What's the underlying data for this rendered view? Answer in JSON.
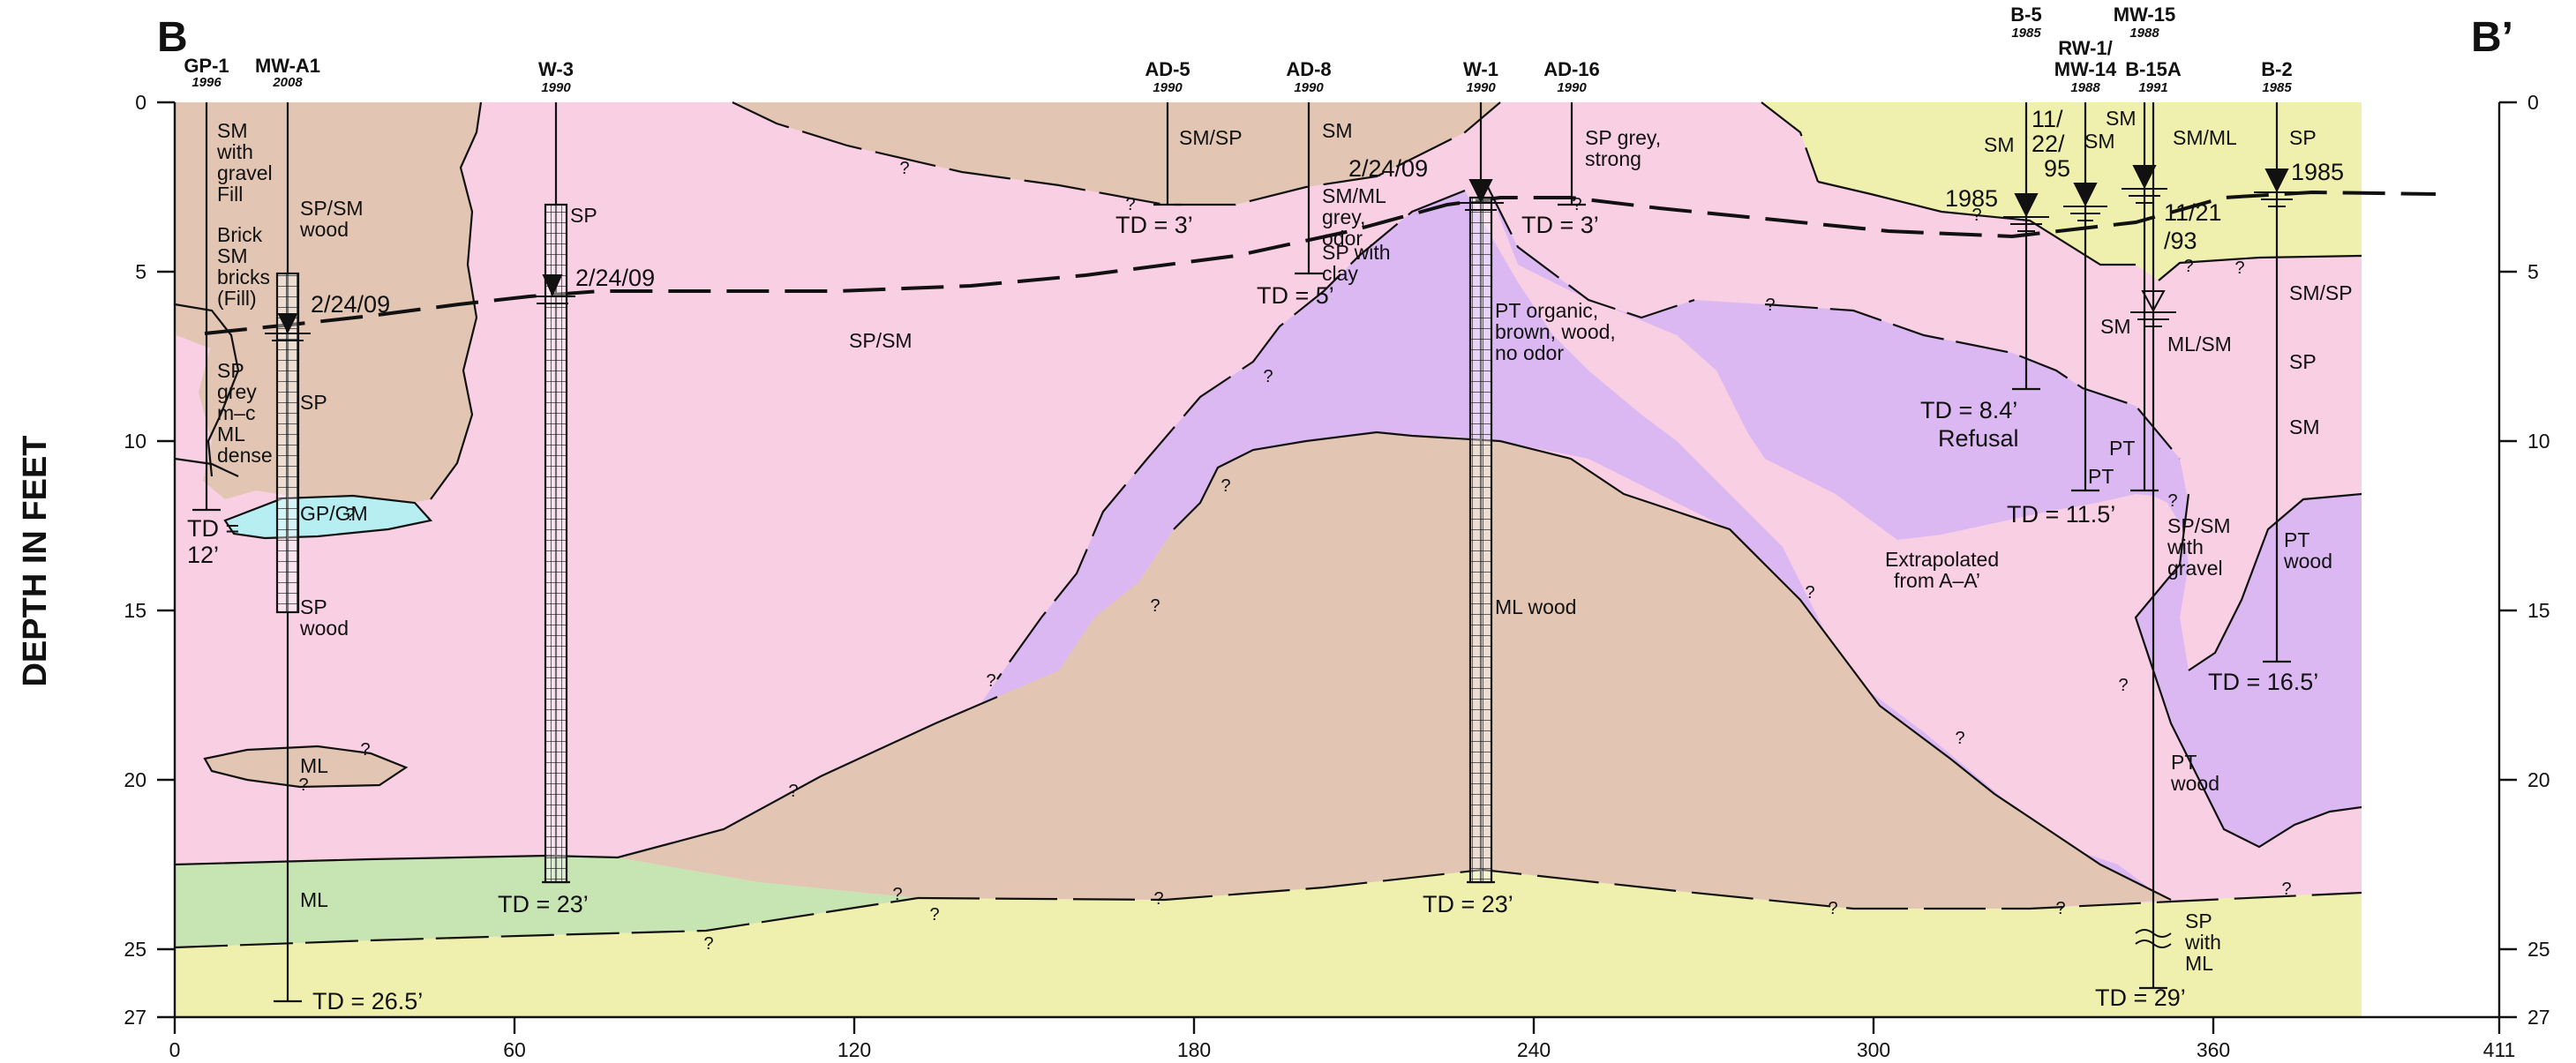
{
  "section": {
    "left_label": "B",
    "right_label": "B’"
  },
  "y_axis": {
    "title": "DEPTH IN FEET",
    "min": 0,
    "max": 27,
    "ticks": [
      "0",
      "5",
      "10",
      "15",
      "20",
      "25",
      "27"
    ]
  },
  "x_axis": {
    "min": 0,
    "max": 411,
    "ticks": [
      "0",
      "60",
      "120",
      "180",
      "240",
      "300",
      "360",
      "411"
    ]
  },
  "borings": [
    {
      "name": "GP-1",
      "year": "1996"
    },
    {
      "name": "MW-A1",
      "year": "2008"
    },
    {
      "name": "W-3",
      "year": "1990"
    },
    {
      "name": "AD-5",
      "year": "1990"
    },
    {
      "name": "AD-8",
      "year": "1990"
    },
    {
      "name": "W-1",
      "year": "1990"
    },
    {
      "name": "AD-16",
      "year": "1990"
    },
    {
      "name": "B-5",
      "year": "1985"
    },
    {
      "name": "RW-1/",
      "name2": "MW-14",
      "year": "1988"
    },
    {
      "name": "MW-15",
      "year": "1988"
    },
    {
      "name": "B-15A",
      "year": "1991"
    },
    {
      "name": "B-2",
      "year": "1985"
    }
  ],
  "total_depths": {
    "gp1": "TD =",
    "gp1b": "12’",
    "mwa1": "TD = 26.5’",
    "w3": "TD = 23’",
    "ad5": "TD = 3’",
    "ad8": "TD = 5’",
    "w1": "TD = 23’",
    "ad16": "TD = 3’",
    "b5": "TD = 8.4’",
    "b5_note": "Refusal",
    "rw1": "TD = 11.5’",
    "b15a": "TD = 29’",
    "b2": "TD = 16.5’"
  },
  "water_levels": {
    "mwa1": "2/24/09",
    "w3": "2/24/09",
    "w1": "2/24/09",
    "b5": "1985",
    "b2": "1985",
    "mw15_a": "11/21",
    "mw15_b": "/93",
    "rw1_a": "11/",
    "rw1_b": "22/",
    "rw1_c": "95"
  },
  "soil_labels": {
    "gp1_a": "SM",
    "gp1_b": "with",
    "gp1_c": "gravel",
    "gp1_d": "Fill",
    "gp1_e": "Brick",
    "gp1_f": "SM",
    "gp1_g": "bricks",
    "gp1_h": "(Fill)",
    "gp1_i": "SP",
    "gp1_j": "grey",
    "gp1_k": "m–c",
    "gp1_l": "ML",
    "gp1_m": "dense",
    "mwa1_a": "SP/SM",
    "mwa1_b": "wood",
    "mwa1_c": "SP",
    "gpgm": "GP/GM",
    "mwa1_d": "SP",
    "mwa1_e": "wood",
    "ml_lens": "ML",
    "ml_base": "ML",
    "w3_sp": "SP",
    "spsm_main": "SP/SM",
    "ad5": "SM/SP",
    "ad8_a": "SM",
    "ad8_b": "SM/ML",
    "ad8_c": "grey,",
    "ad8_d": "odor",
    "ad8_e": "SP with",
    "ad8_f": "clay",
    "ad16_a": "SP grey,",
    "ad16_b": "strong",
    "w1_a": "PT organic,",
    "w1_b": "brown, wood,",
    "w1_c": "no odor",
    "w1_d": "ML wood",
    "b5_sm": "SM",
    "rw1_sm": "SM",
    "mw15_sm": "SM",
    "b15a_smml": "SM/ML",
    "b2_sp": "SP",
    "b2_smsp": "SM/SP",
    "b2_sp2": "SP",
    "b2_sm": "SM",
    "b2_pt": "PT",
    "b2_wood": "wood",
    "rw1_sm2": "SM",
    "b15a_mlsm": "ML/SM",
    "rw1_pt": "PT",
    "b15a_pt": "PT",
    "b15a_spsm": "SP/SM",
    "b15a_with": "with",
    "b15a_gravel": "gravel",
    "extrap_a": "Extrapolated",
    "extrap_b": "from A–A’",
    "pt_a": "PT",
    "pt_b": "wood",
    "spml_a": "SP",
    "spml_b": "with",
    "spml_c": "ML"
  },
  "colors": {
    "pink": "#f9cfe4",
    "tan": "#e2c6b3",
    "purple": "#dbb8f2",
    "green": "#c7e5b3",
    "yellow": "#eff0ad",
    "cyan": "#b7eef2",
    "line": "#111111"
  },
  "query_mark": "?"
}
